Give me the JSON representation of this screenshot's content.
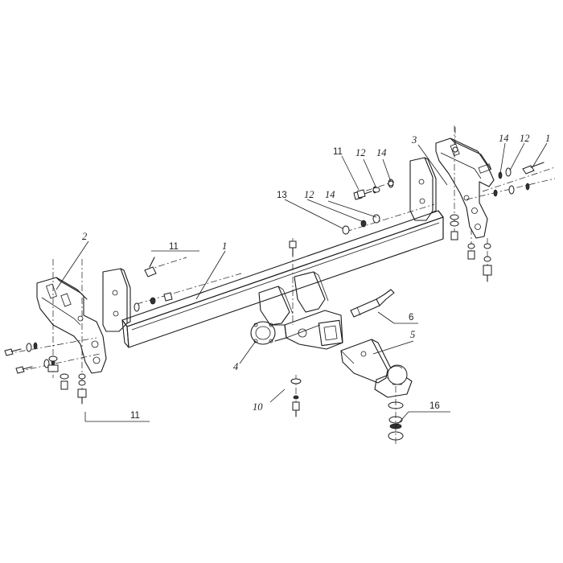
{
  "diagram": {
    "type": "exploded-parts-drawing",
    "subject": "tow hitch assembly",
    "stroke_color": "#1c1c1c",
    "background": "#ffffff",
    "callouts": {
      "c1": "1",
      "c2": "2",
      "c3": "3",
      "c4": "4",
      "c5": "5",
      "c6": "6",
      "c10": "10",
      "c11_top": "11",
      "c11_left": "11",
      "c11_bottom": "11",
      "c12_top": "12",
      "c12_mid": "12",
      "c12_right": "12",
      "c13": "13",
      "c14_top": "14",
      "c14_mid": "14",
      "c14_right": "14",
      "c16": "16",
      "c_edge": "1"
    }
  }
}
